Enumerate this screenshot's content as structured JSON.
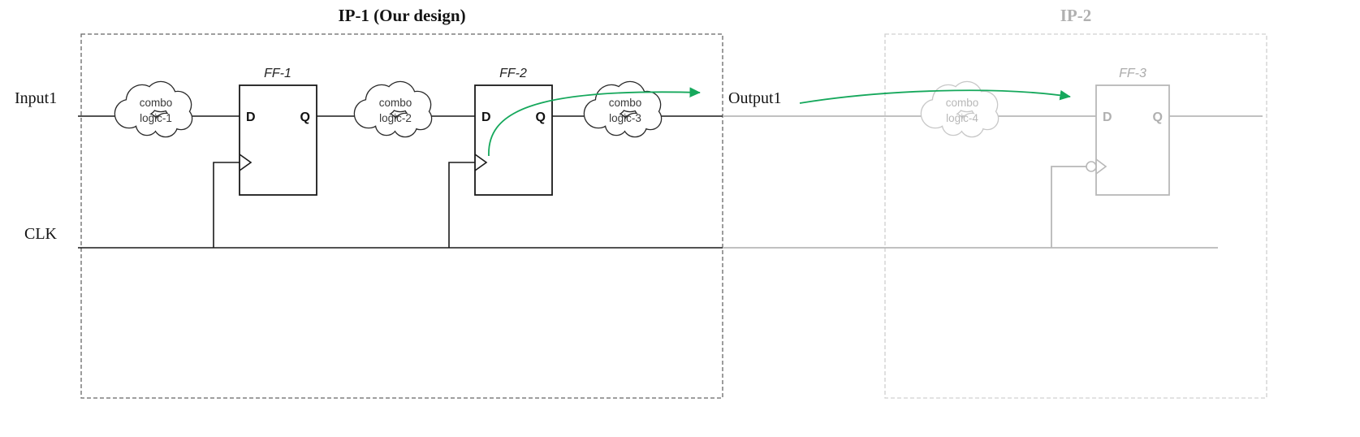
{
  "titles": {
    "ip1": "IP-1 (Our design)",
    "ip2": "IP-2"
  },
  "labels": {
    "input1": "Input1",
    "output1": "Output1",
    "clk": "CLK"
  },
  "flipflops": {
    "ff1": {
      "name": "FF-1",
      "d": "D",
      "q": "Q"
    },
    "ff2": {
      "name": "FF-2",
      "d": "D",
      "q": "Q"
    },
    "ff3": {
      "name": "FF-3",
      "d": "D",
      "q": "Q"
    }
  },
  "clouds": {
    "c1": {
      "line1": "combo",
      "line2": "logic-1"
    },
    "c2": {
      "line1": "combo",
      "line2": "logic-2"
    },
    "c3": {
      "line1": "combo",
      "line2": "logic-3"
    },
    "c4": {
      "line1": "combo",
      "line2": "logic-4"
    }
  },
  "colors": {
    "ink": "#1a1a1a",
    "muted_line": "#b8b8b8",
    "muted_text": "#b0b0b0",
    "boundary_ip1": "#666666",
    "boundary_ip2": "#d0d0d0",
    "timing_path_green": "#16a85c"
  }
}
